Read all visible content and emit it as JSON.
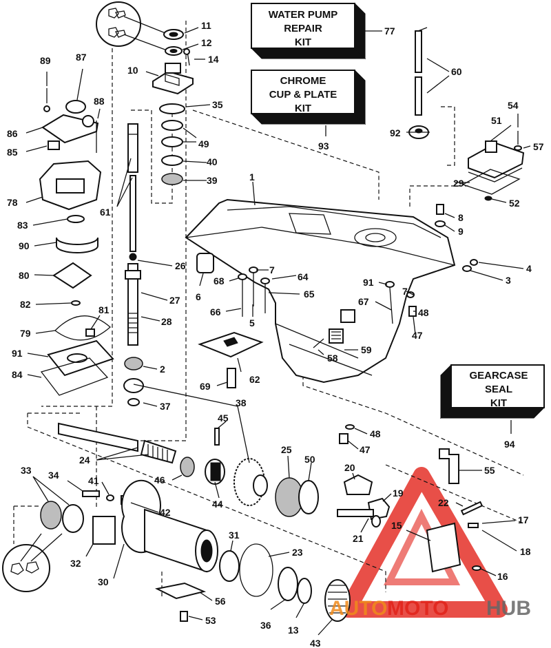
{
  "kits": {
    "water_pump": [
      "WATER PUMP",
      "REPAIR",
      "KIT"
    ],
    "chrome_cup": [
      "CHROME",
      "CUP & PLATE",
      "KIT"
    ],
    "gearcase_seal": [
      "GEARCASE",
      "SEAL",
      "KIT"
    ]
  },
  "kit_numbers": {
    "water_pump": "77",
    "chrome_cup": "93",
    "gearcase_seal": "94"
  },
  "watermark": {
    "part1": "AUTO",
    "part2": "MOTO",
    "part3": "HUB",
    "color_red": "#e2231a",
    "color_orange": "#f08a1c",
    "color_gray": "#666666"
  },
  "labels": {
    "n1": "1",
    "n2": "2",
    "n3": "3",
    "n4": "4",
    "n5": "5",
    "n6": "6",
    "n7a": "7",
    "n7b": "7",
    "n8": "8",
    "n9": "9",
    "n10": "10",
    "n11": "11",
    "n12": "12",
    "n13": "13",
    "n14": "14",
    "n15": "15",
    "n16": "16",
    "n17": "17",
    "n18": "18",
    "n19": "19",
    "n20": "20",
    "n21": "21",
    "n22": "22",
    "n23": "23",
    "n24": "24",
    "n25": "25",
    "n26": "26",
    "n27": "27",
    "n28": "28",
    "n29": "29",
    "n30": "30",
    "n31": "31",
    "n32": "32",
    "n33": "33",
    "n34": "34",
    "n35": "35",
    "n36": "36",
    "n37": "37",
    "n38": "38",
    "n39": "39",
    "n40": "40",
    "n41": "41",
    "n42": "42",
    "n43": "43",
    "n44": "44",
    "n45": "45",
    "n46": "46",
    "n47a": "47",
    "n47b": "47",
    "n48a": "48",
    "n48b": "48",
    "n49": "49",
    "n50": "50",
    "n51": "51",
    "n52": "52",
    "n53": "53",
    "n54": "54",
    "n55": "55",
    "n56": "56",
    "n57": "57",
    "n58": "58",
    "n59": "59",
    "n60": "60",
    "n61": "61",
    "n62": "62",
    "n64": "64",
    "n65": "65",
    "n66": "66",
    "n67": "67",
    "n68": "68",
    "n69": "69",
    "n78": "78",
    "n79": "79",
    "n80": "80",
    "n81": "81",
    "n82": "82",
    "n83": "83",
    "n84": "84",
    "n85": "85",
    "n86": "86",
    "n87": "87",
    "n88": "88",
    "n89": "89",
    "n90": "90",
    "n91a": "91",
    "n91b": "91",
    "n92": "92"
  }
}
